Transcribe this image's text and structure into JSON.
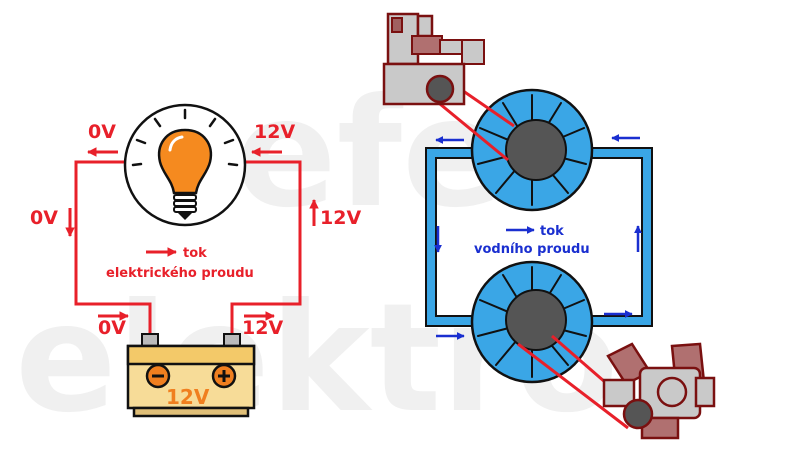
{
  "watermark": {
    "line1": "efe",
    "line2": "elektro"
  },
  "electric_circuit": {
    "left_top_voltage": "0V",
    "right_top_voltage": "12V",
    "left_side_voltage": "0V",
    "right_side_voltage": "12V",
    "bottom_left_voltage": "0V",
    "bottom_right_voltage": "12V",
    "flow_label_line1": "tok",
    "flow_label_line2": "elektrického proudu",
    "battery_label": "12V",
    "wire_color": "#e8202a",
    "battery_text_color": "#f07f1f"
  },
  "water_circuit": {
    "flow_label_line1": "tok",
    "flow_label_line2": "vodního proudu",
    "pipe_color": "#3aa6e6",
    "arrow_color": "#1a2fd0",
    "belt_color": "#e8202a"
  }
}
